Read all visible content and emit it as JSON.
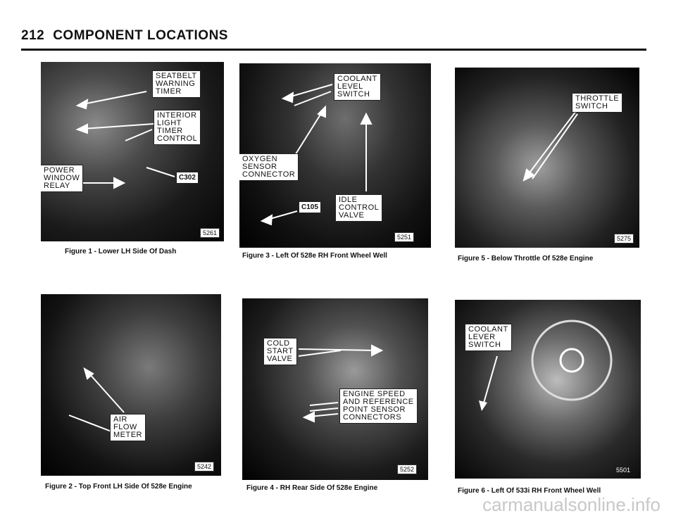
{
  "header": {
    "page_number": "212",
    "title": "COMPONENT LOCATIONS"
  },
  "figures": [
    {
      "labels": [
        "SEATBELT\nWARNING\nTIMER",
        "INTERIOR\nLIGHT\nTIMER\nCONTROL",
        "POWER\nWINDOW\nRELAY",
        "C302"
      ],
      "photo_number": "5261",
      "caption": "Figure 1 - Lower LH Side Of Dash"
    },
    {
      "labels": [
        "AIR\nFLOW\nMETER"
      ],
      "photo_number": "5242",
      "caption": "Figure 2 - Top Front LH Side Of 528e Engine"
    },
    {
      "labels": [
        "COOLANT\nLEVEL\nSWITCH",
        "OXYGEN\nSENSOR\nCONNECTOR",
        "IDLE\nCONTROL\nVALVE",
        "C105"
      ],
      "photo_number": "5251",
      "caption": "Figure 3 - Left Of 528e RH Front Wheel Well"
    },
    {
      "labels": [
        "COLD\nSTART\nVALVE",
        "ENGINE SPEED\nAND REFERENCE\nPOINT SENSOR\nCONNECTORS"
      ],
      "photo_number": "5252",
      "caption": "Figure 4 - RH Rear Side Of 528e Engine"
    },
    {
      "labels": [
        "THROTTLE\nSWITCH"
      ],
      "photo_number": "5275",
      "caption": "Figure 5 - Below Throttle Of 528e Engine"
    },
    {
      "labels": [
        "COOLANT\nLEVER\nSWITCH"
      ],
      "photo_number": "5501",
      "caption": "Figure 6 - Left Of 533i RH Front Wheel Well"
    }
  ],
  "watermark": "carmanualsonline.info",
  "colors": {
    "ink": "#111111",
    "paper": "#ffffff",
    "photo_dark": "#050505"
  }
}
